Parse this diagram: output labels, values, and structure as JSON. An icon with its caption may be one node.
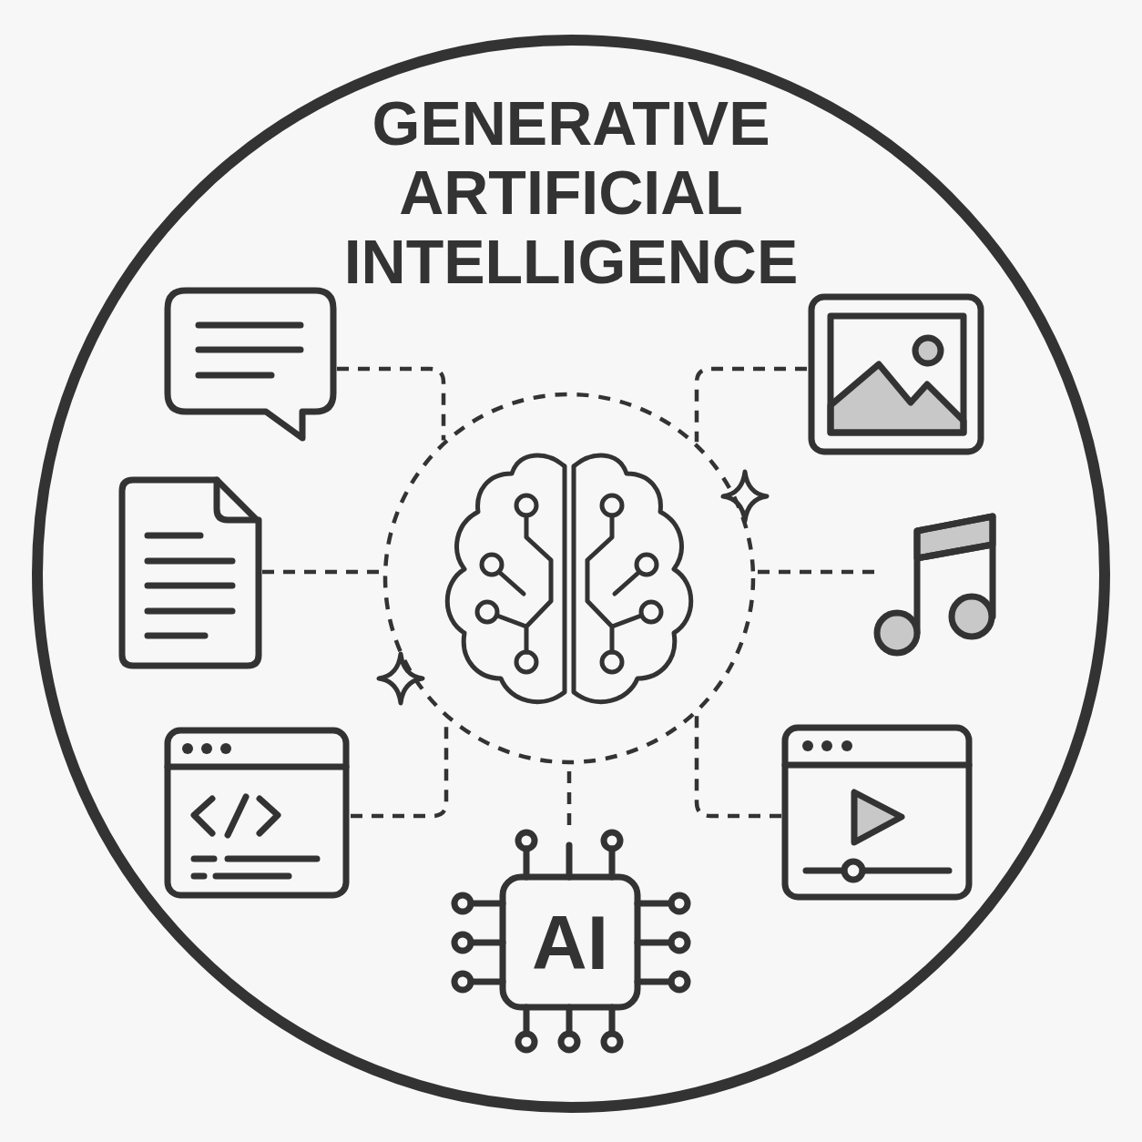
{
  "diagram": {
    "title": "GENERATIVE ARTIFICIAL INTELLIGENCE",
    "nodes": [
      {
        "text": [],
        "shape": "picture"
      },
      {
        "text": [],
        "shape": "picture"
      },
      {
        "text": [],
        "shape": "picture"
      },
      {
        "text": [],
        "shape": "circle"
      },
      {
        "text": [],
        "shape": "picture"
      },
      {
        "text": [],
        "shape": "picture"
      },
      {
        "text": [],
        "shape": "picture"
      },
      {
        "text": [
          "AI"
        ]
      }
    ],
    "edges": [
      {
        "from": 0,
        "to": 3,
        "arrow": "none",
        "style": "dashed"
      },
      {
        "from": 1,
        "to": 3,
        "arrow": "none",
        "style": "dashed"
      },
      {
        "from": 2,
        "to": 3,
        "arrow": "none",
        "style": "dashed"
      },
      {
        "from": 4,
        "to": 3,
        "arrow": "none",
        "style": "dashed"
      },
      {
        "from": 5,
        "to": 3,
        "arrow": "none",
        "style": "dashed"
      },
      {
        "from": 6,
        "to": 3,
        "arrow": "none",
        "style": "dashed"
      },
      {
        "from": 7,
        "to": 3,
        "arrow": "none",
        "style": "dashed"
      }
    ]
  }
}
